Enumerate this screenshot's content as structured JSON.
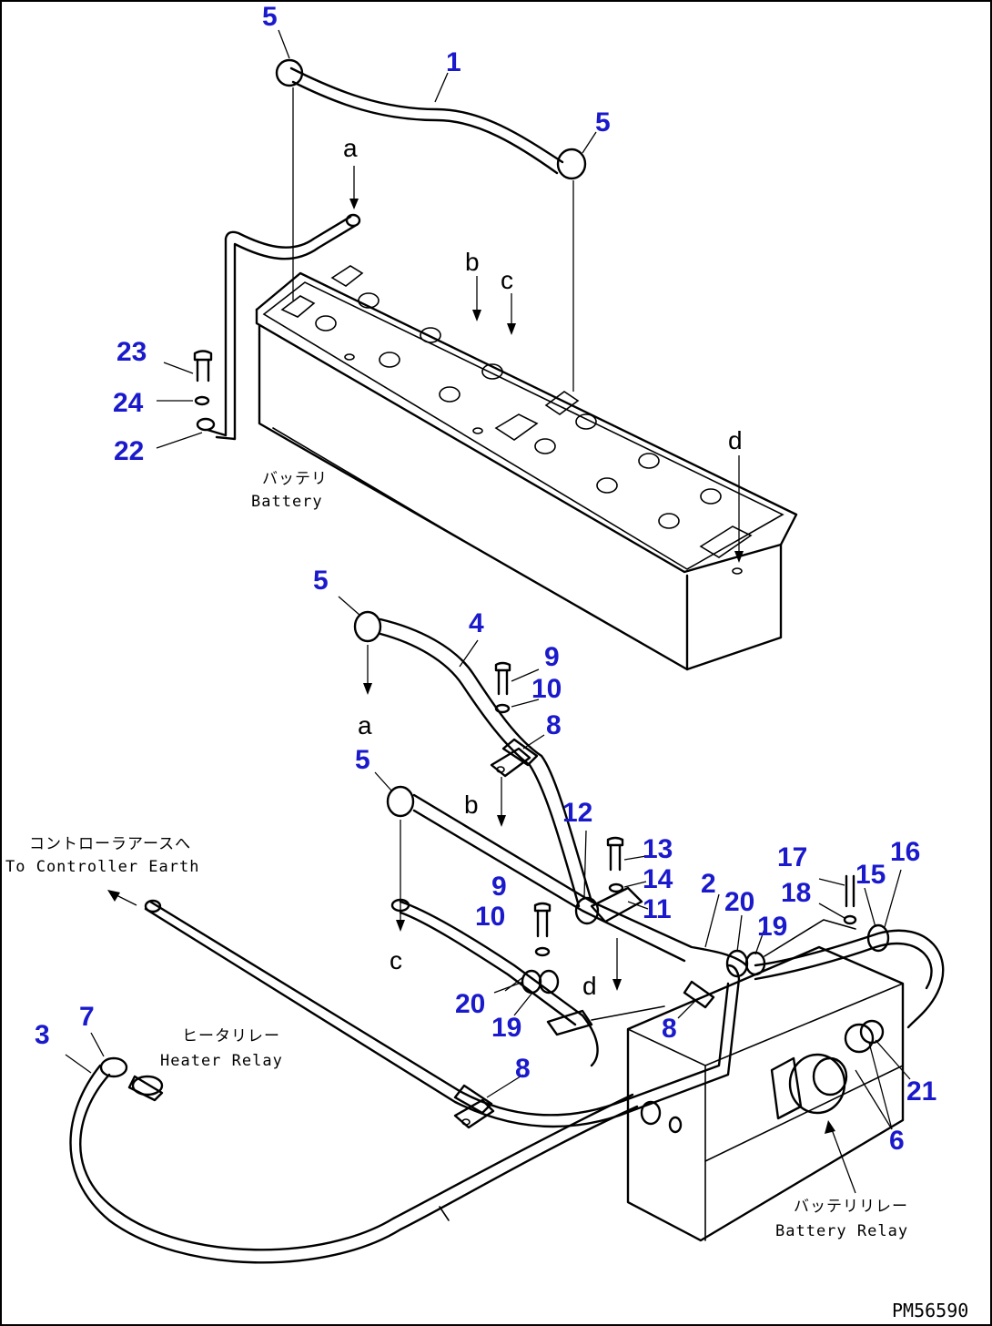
{
  "callouts": {
    "c1": "1",
    "c2": "2",
    "c3": "3",
    "c4": "4",
    "c5a": "5",
    "c5b": "5",
    "c5c": "5",
    "c5d": "5",
    "c6": "6",
    "c7": "7",
    "c8a": "8",
    "c8b": "8",
    "c8c": "8",
    "c9a": "9",
    "c9b": "9",
    "c10a": "10",
    "c10b": "10",
    "c11": "11",
    "c12": "12",
    "c13": "13",
    "c14": "14",
    "c15": "15",
    "c16": "16",
    "c17": "17",
    "c18": "18",
    "c19a": "19",
    "c19b": "19",
    "c20a": "20",
    "c20b": "20",
    "c21": "21",
    "c22": "22",
    "c23": "23",
    "c24": "24"
  },
  "refs": {
    "a_top": "a",
    "b_top": "b",
    "c_top": "c",
    "d_top": "d",
    "a_low": "a",
    "b_low": "b",
    "c_low": "c",
    "d_low": "d"
  },
  "labels": {
    "battery_jp": "バッテリ",
    "battery_en": "Battery",
    "controller_jp": "コントローラアースへ",
    "controller_en": "To Controller Earth",
    "heater_jp": "ヒータリレー",
    "heater_en": "Heater Relay",
    "battery_relay_jp": "バッテリリレー",
    "battery_relay_en": "Battery Relay"
  },
  "drawing_number": "PM56590",
  "colors": {
    "callout": "#1a1acc",
    "line": "#000000",
    "background": "#ffffff"
  }
}
